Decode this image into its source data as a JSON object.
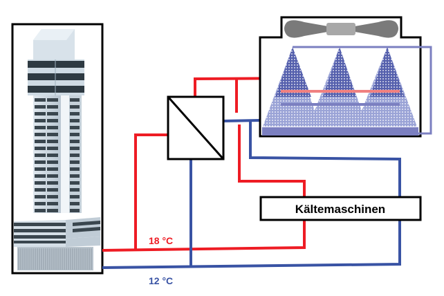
{
  "diagram": {
    "title": "Free cooling system schematic",
    "labels": {
      "chiller": "Kältemaschinen",
      "supply_temp": "18 °C",
      "return_temp": "12 °C"
    },
    "colors": {
      "warm_pipe": "#ee1c24",
      "cold_pipe": "#3953a4",
      "warm_pipe_light": "#f08080",
      "tower_purple": "#7b7fc0",
      "spray": "#4a56a8",
      "fan": "#808080",
      "outline": "#000000"
    },
    "components": [
      {
        "id": "building",
        "name": "Office tower (consumer)"
      },
      {
        "id": "heat-exchanger",
        "name": "Heat exchanger"
      },
      {
        "id": "cooling-tower",
        "name": "Cooling tower with fan"
      },
      {
        "id": "chiller",
        "name": "Kältemaschinen"
      }
    ]
  }
}
